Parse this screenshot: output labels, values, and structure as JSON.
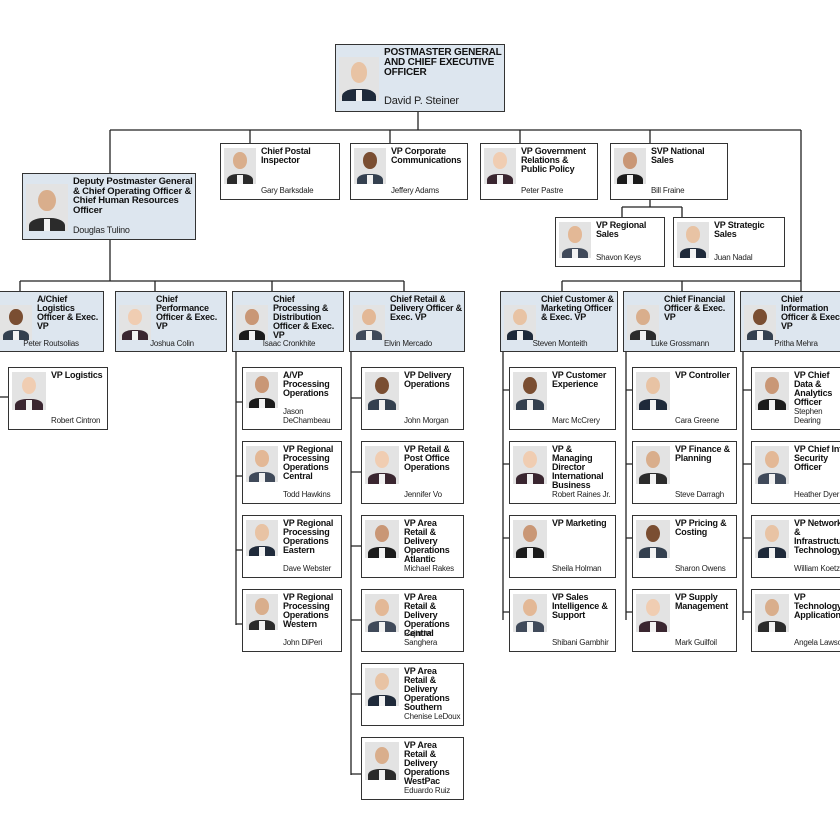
{
  "ceo": {
    "title": "POSTMASTER GENERAL AND CHIEF EXECUTIVE OFFICER",
    "name": "David P. Steiner"
  },
  "direct_reports": [
    {
      "title": "Chief Postal Inspector",
      "name": "Gary Barksdale"
    },
    {
      "title": "VP Corporate Communications",
      "name": "Jeffery Adams"
    },
    {
      "title": "VP Government Relations & Public Policy",
      "name": "Peter Pastre"
    },
    {
      "title": "SVP National Sales",
      "name": "Bill Fraine"
    }
  ],
  "sales_reports": [
    {
      "title": "VP Regional Sales",
      "name": "Shavon Keys"
    },
    {
      "title": "VP Strategic Sales",
      "name": "Juan Nadal"
    }
  ],
  "deputy": {
    "title": "Deputy Postmaster General & Chief Operating Officer & Chief Human Resources Officer",
    "name": "Douglas Tulino"
  },
  "coo_reports": [
    {
      "title": "A/Chief Logistics Officer & Exec. VP",
      "name": "Peter Routsolias"
    },
    {
      "title": "Chief Performance Officer & Exec. VP",
      "name": "Joshua Colin"
    },
    {
      "title": "Chief Processing & Distribution Officer & Exec. VP",
      "name": "Isaac Cronkhite"
    },
    {
      "title": "Chief Retail & Delivery Officer & Exec. VP",
      "name": "Elvin Mercado"
    }
  ],
  "ceo_exec_reports": [
    {
      "title": "Chief Customer & Marketing Officer & Exec. VP",
      "name": "Steven Monteith"
    },
    {
      "title": "Chief Financial Officer & Exec. VP",
      "name": "Luke Grossmann"
    },
    {
      "title": "Chief Information Officer & Exec. VP",
      "name": "Pritha Mehra"
    }
  ],
  "logistics": [
    {
      "title": "VP Logistics",
      "name": "Robert Cintron"
    }
  ],
  "processing": [
    {
      "title": "A/VP Processing Operations",
      "name": "Jason DeChambeau"
    },
    {
      "title": "VP Regional Processing Operations Central",
      "name": "Todd Hawkins"
    },
    {
      "title": "VP Regional Processing Operations Eastern",
      "name": "Dave Webster"
    },
    {
      "title": "VP Regional Processing Operations Western",
      "name": "John DiPeri"
    }
  ],
  "retail": [
    {
      "title": "VP Delivery Operations",
      "name": "John Morgan"
    },
    {
      "title": "VP Retail & Post Office Operations",
      "name": "Jennifer Vo"
    },
    {
      "title": "VP Area Retail & Delivery Operations Atlantic",
      "name": "Michael Rakes"
    },
    {
      "title": "VP Area Retail & Delivery Operations Central",
      "name": "Rajinder Sanghera"
    },
    {
      "title": "VP Area Retail & Delivery Operations Southern",
      "name": "Chenise LeDoux"
    },
    {
      "title": "VP Area Retail & Delivery Operations WestPac",
      "name": "Eduardo Ruiz"
    }
  ],
  "customer": [
    {
      "title": "VP Customer Experience",
      "name": "Marc McCrery"
    },
    {
      "title": "VP & Managing Director International Business",
      "name": "Robert Raines Jr."
    },
    {
      "title": "VP Marketing",
      "name": "Sheila Holman"
    },
    {
      "title": "VP Sales Intelligence & Support",
      "name": "Shibani Gambhir"
    }
  ],
  "finance": [
    {
      "title": "VP Controller",
      "name": "Cara Greene"
    },
    {
      "title": "VP Finance & Planning",
      "name": "Steve Darragh"
    },
    {
      "title": "VP Pricing & Costing",
      "name": "Sharon Owens"
    },
    {
      "title": "VP Supply Management",
      "name": "Mark Guilfoil"
    }
  ],
  "info": [
    {
      "title": "VP Chief Data & Analytics Officer",
      "name": "Stephen Dearing"
    },
    {
      "title": "VP Chief Info Security Officer",
      "name": "Heather Dyer"
    },
    {
      "title": "VP Network & Infrastructure Technology",
      "name": "William Koetz"
    },
    {
      "title": "VP Technology Applications",
      "name": "Angela Lawson"
    }
  ]
}
